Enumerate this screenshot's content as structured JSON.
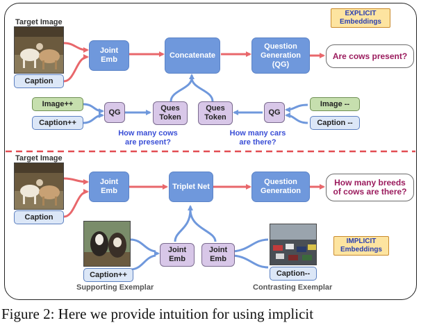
{
  "explicit": {
    "target_label": "Target Image",
    "caption": "Caption",
    "joint_emb": "Joint\nEmb",
    "concatenate": "Concatenate",
    "qg_big": "Question\nGeneration\n(QG)",
    "answer": "Are cows present?",
    "embeddings_tag": "EXPLICIT\nEmbeddings",
    "image_pp": "Image++",
    "caption_pp": "Caption++",
    "qg_left": "QG",
    "ques_token_left": "Ques\nToken",
    "ques_token_right": "Ques\nToken",
    "qg_right": "QG",
    "image_mm": "Image --",
    "caption_mm": "Caption --",
    "question_left": "How many cows\nare present?",
    "question_right": "How many cars\nare there?"
  },
  "implicit": {
    "target_label": "Target Image",
    "caption": "Caption",
    "joint_emb": "Joint\nEmb",
    "triplet": "Triplet Net",
    "qg_big": "Question\nGeneration",
    "answer": "How many breeds\nof cows are there?",
    "embeddings_tag": "IMPLICIT\nEmbeddings",
    "joint_left": "Joint\nEmb",
    "joint_right": "Joint\nEmb",
    "caption_pp": "Caption++",
    "caption_mm": "Caption--",
    "supporting_label": "Supporting Exemplar",
    "contrasting_label": "Contrasting Exemplar"
  },
  "figure_caption": "Figure 2: Here we provide intuition for using implicit",
  "colors": {
    "red_arrow": "#e8676b",
    "blue_arrow": "#6f98dc",
    "divider": "#e24d52",
    "node_blue": "#6f98dc",
    "node_purple": "#d8c7e8"
  }
}
